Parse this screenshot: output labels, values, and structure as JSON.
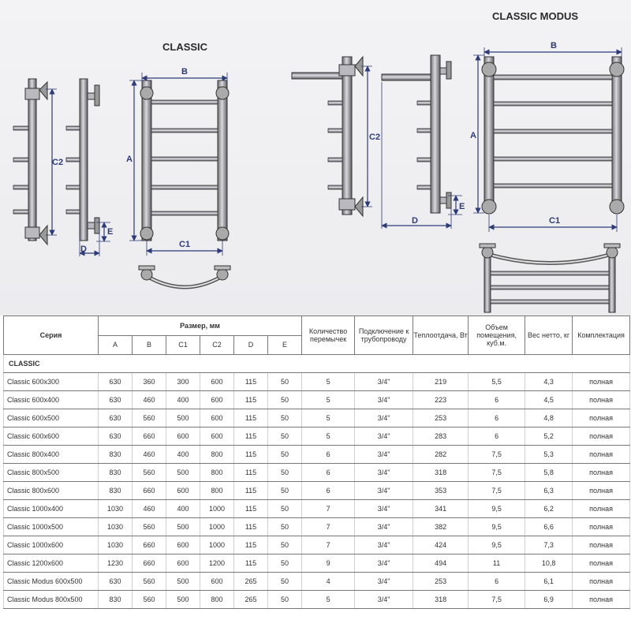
{
  "diagrams": {
    "classic_title": "CLASSIC",
    "modus_title": "CLASSIC MODUS",
    "labels": {
      "classic_c2": "C2",
      "classic_d": "D",
      "classic_e": "E",
      "classic_b": "B",
      "classic_a": "A",
      "classic_c1": "C1",
      "modus_c2": "C2",
      "modus_d": "D",
      "modus_e": "E",
      "modus_b": "B",
      "modus_a": "A",
      "modus_c1": "C1"
    }
  },
  "table": {
    "headers": {
      "series": "Серия",
      "size": "Размер, мм",
      "dims": [
        "A",
        "B",
        "C1",
        "C2",
        "D",
        "E"
      ],
      "bars": "Количество перемычек",
      "connection": "Подключение к трубопроводу",
      "heat": "Теплоотдача, Вт",
      "volume": "Объем помещения, куб.м.",
      "weight": "Вес нетто, кг",
      "kit": "Комплектация"
    },
    "section": "CLASSIC",
    "rows": [
      [
        "Classic 600x300",
        "630",
        "360",
        "300",
        "600",
        "115",
        "50",
        "5",
        "3/4\"",
        "219",
        "5,5",
        "4,3",
        "полная"
      ],
      [
        "Classic 600x400",
        "630",
        "460",
        "400",
        "600",
        "115",
        "50",
        "5",
        "3/4\"",
        "223",
        "6",
        "4,5",
        "полная"
      ],
      [
        "Classic 600x500",
        "630",
        "560",
        "500",
        "600",
        "115",
        "50",
        "5",
        "3/4\"",
        "253",
        "6",
        "4,8",
        "полная"
      ],
      [
        "Classic 600x600",
        "630",
        "660",
        "600",
        "600",
        "115",
        "50",
        "5",
        "3/4\"",
        "283",
        "6",
        "5,2",
        "полная"
      ],
      [
        "Classic 800x400",
        "830",
        "460",
        "400",
        "800",
        "115",
        "50",
        "6",
        "3/4\"",
        "282",
        "7,5",
        "5,3",
        "полная"
      ],
      [
        "Classic 800x500",
        "830",
        "560",
        "500",
        "800",
        "115",
        "50",
        "6",
        "3/4\"",
        "318",
        "7,5",
        "5,8",
        "полная"
      ],
      [
        "Classic 800x600",
        "830",
        "660",
        "600",
        "800",
        "115",
        "50",
        "6",
        "3/4\"",
        "353",
        "7,5",
        "6,3",
        "полная"
      ],
      [
        "Classic 1000x400",
        "1030",
        "460",
        "400",
        "1000",
        "115",
        "50",
        "7",
        "3/4\"",
        "341",
        "9,5",
        "6,2",
        "полная"
      ],
      [
        "Classic 1000x500",
        "1030",
        "560",
        "500",
        "1000",
        "115",
        "50",
        "7",
        "3/4\"",
        "382",
        "9,5",
        "6,6",
        "полная"
      ],
      [
        "Classic 1000x600",
        "1030",
        "660",
        "600",
        "1000",
        "115",
        "50",
        "7",
        "3/4\"",
        "424",
        "9,5",
        "7,3",
        "полная"
      ],
      [
        "Classic 1200x600",
        "1230",
        "660",
        "600",
        "1200",
        "115",
        "50",
        "9",
        "3/4\"",
        "494",
        "11",
        "10,8",
        "полная"
      ],
      [
        "Classic Modus 600x500",
        "630",
        "560",
        "500",
        "600",
        "265",
        "50",
        "4",
        "3/4\"",
        "253",
        "6",
        "6,1",
        "полная"
      ],
      [
        "Classic Modus 800x500",
        "830",
        "560",
        "500",
        "800",
        "265",
        "50",
        "5",
        "3/4\"",
        "318",
        "7,5",
        "6,9",
        "полная"
      ]
    ]
  }
}
